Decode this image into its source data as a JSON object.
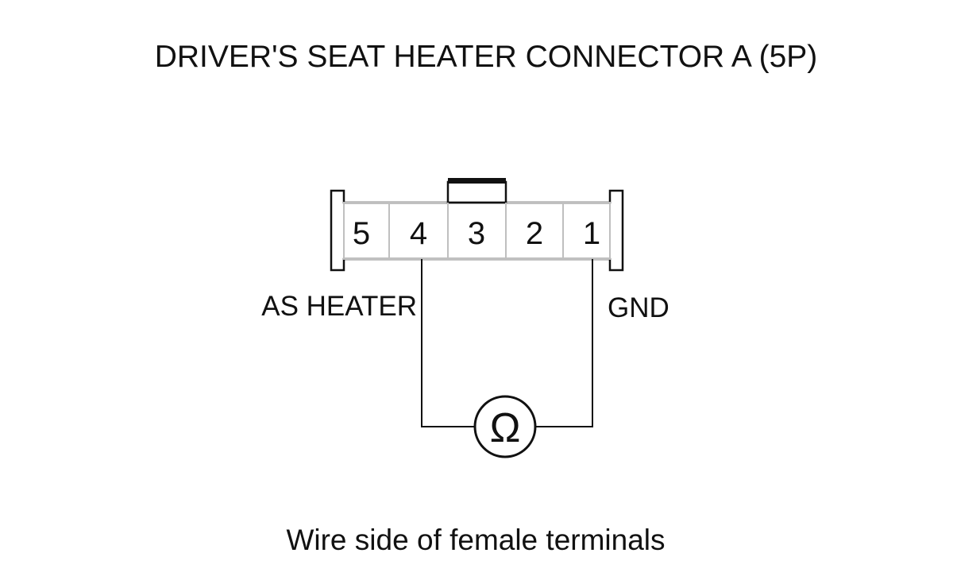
{
  "title": "DRIVER'S SEAT HEATER CONNECTOR A (5P)",
  "connector": {
    "pins": [
      {
        "number": "5"
      },
      {
        "number": "4"
      },
      {
        "number": "3"
      },
      {
        "number": "2"
      },
      {
        "number": "1"
      }
    ]
  },
  "labels": {
    "left_terminal": "AS HEATER",
    "right_terminal": "GND"
  },
  "meter": {
    "symbol": "Ω"
  },
  "caption": "Wire side of female terminals",
  "colors": {
    "line": "#111111",
    "grid": "#bfbfbf",
    "background": "#ffffff"
  }
}
